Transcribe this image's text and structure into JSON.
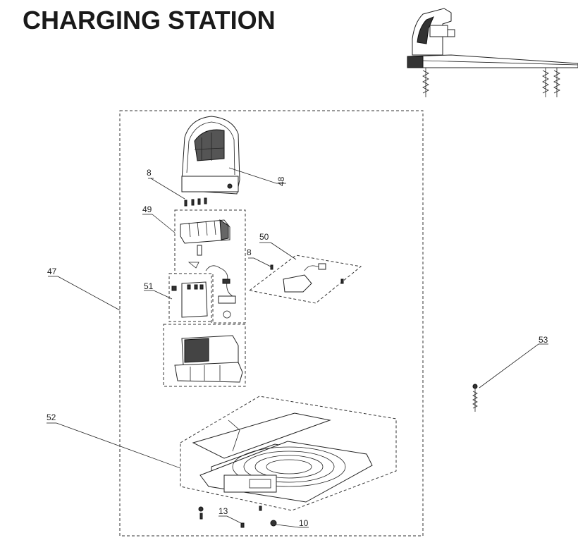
{
  "title": "CHARGING STATION",
  "callouts": {
    "c48": "48",
    "c8a": "8",
    "c49": "49",
    "c50": "50",
    "c8b": "8",
    "c47": "47",
    "c51": "51",
    "c53": "53",
    "c52": "52",
    "c13": "13",
    "c10": "10"
  },
  "colors": {
    "line": "#222222",
    "background": "#ffffff"
  }
}
